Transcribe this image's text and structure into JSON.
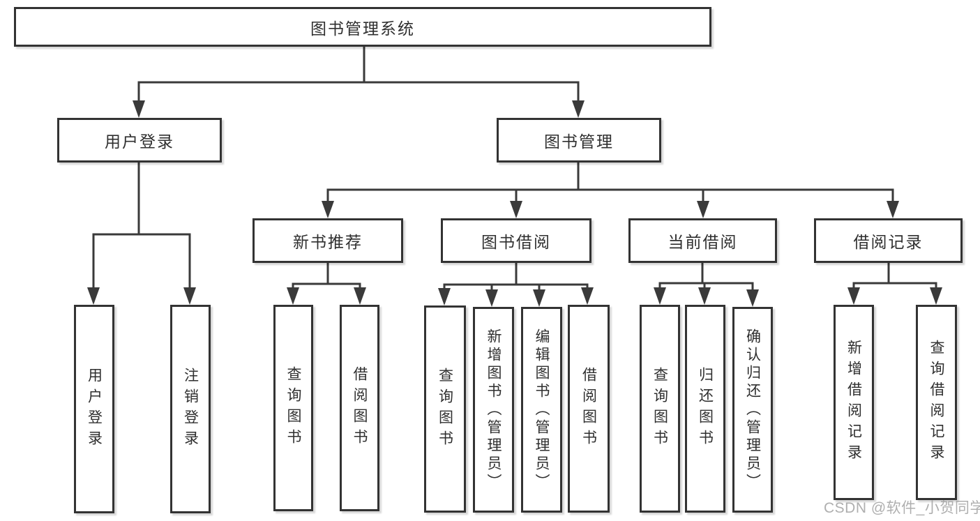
{
  "diagram": {
    "root": {
      "label": "图书管理系统"
    },
    "level2": [
      {
        "label": "用户登录"
      },
      {
        "label": "图书管理"
      }
    ],
    "level3": [
      {
        "label": "新书推荐"
      },
      {
        "label": "图书借阅"
      },
      {
        "label": "当前借阅"
      },
      {
        "label": "借阅记录"
      }
    ],
    "leaves": {
      "login": [
        "用户登录",
        "注销登录"
      ],
      "recommend": [
        "查询图书",
        "借阅图书"
      ],
      "borrow": [
        "查询图书",
        "新增图书（管理员）",
        "编辑图书（管理员）",
        "借阅图书"
      ],
      "current": [
        "查询图书",
        "归还图书",
        "确认归还（管理员）"
      ],
      "records": [
        "新增借阅记录",
        "查询借阅记录"
      ]
    }
  },
  "watermark": {
    "text": "CSDN @软件_小贺同学"
  },
  "colors": {
    "background": "#ffffff",
    "line": "#3a3a3a",
    "box_border": "#333333",
    "box_fill": "#ffffff",
    "text": "#2f2f2f",
    "watermark": "#9e9e9e"
  }
}
